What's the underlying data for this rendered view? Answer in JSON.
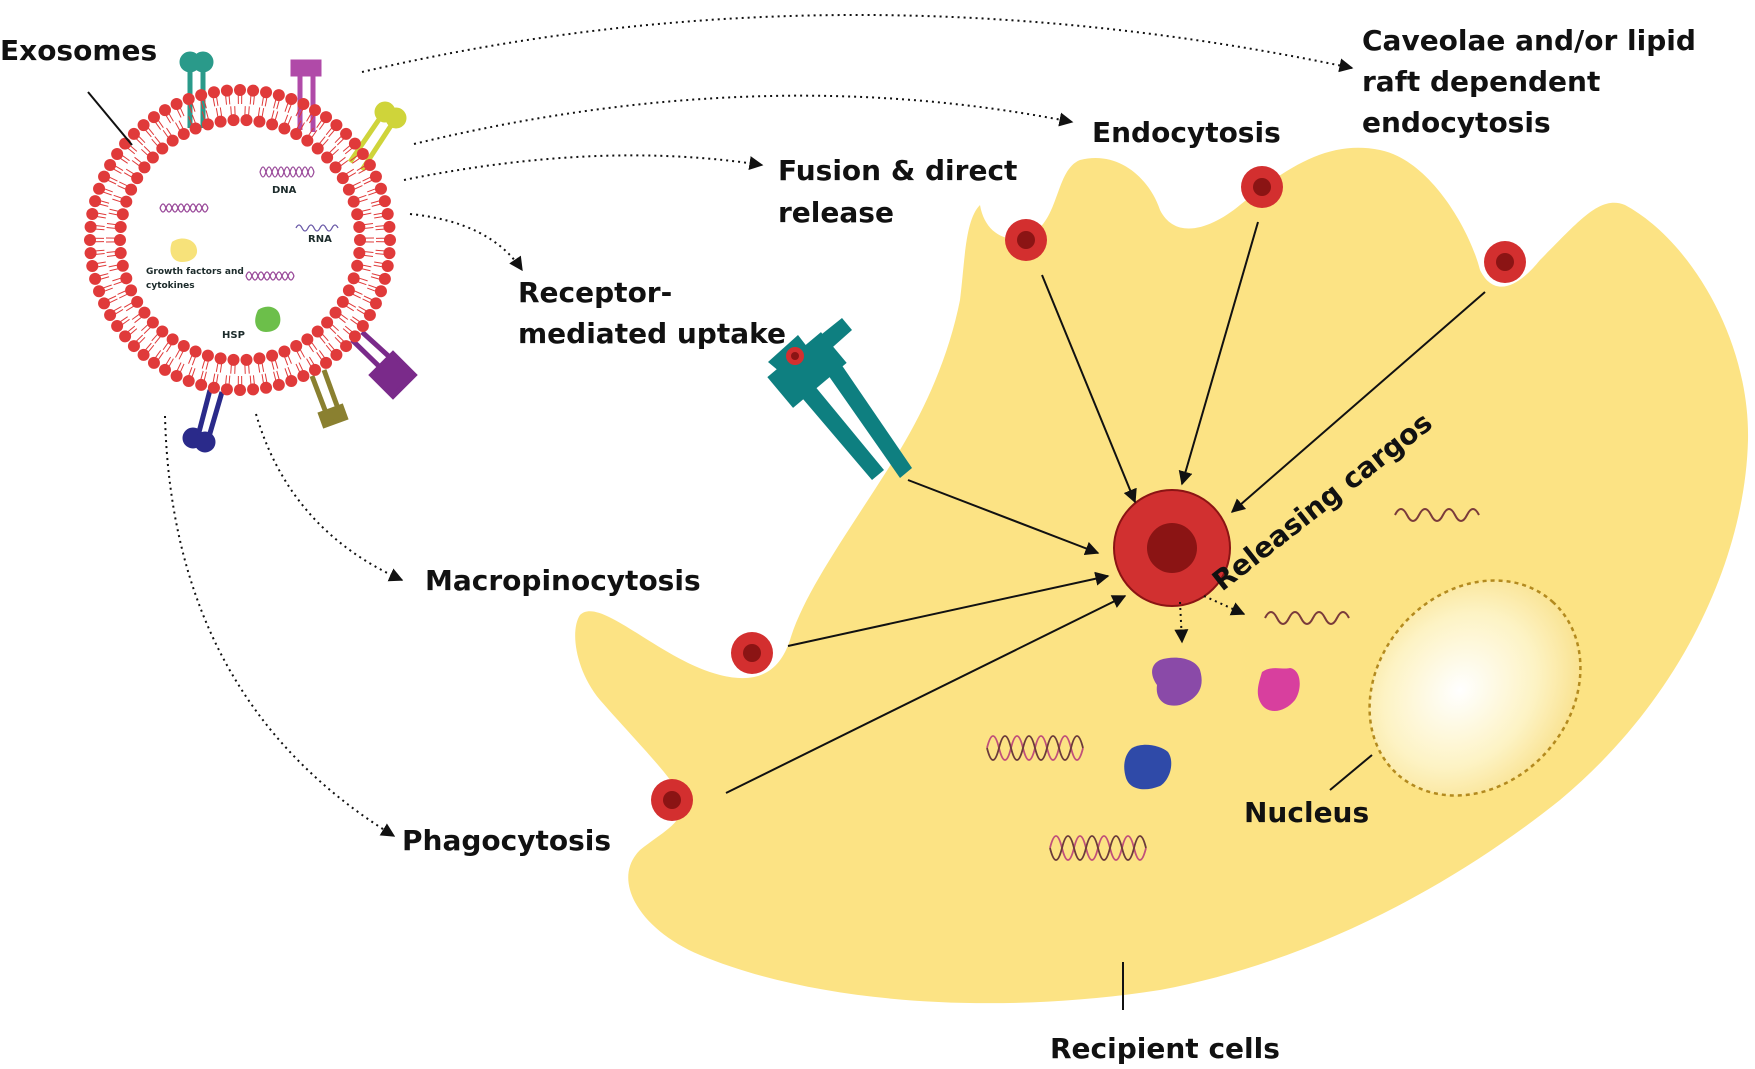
{
  "labels": {
    "exosomes": "Exosomes",
    "caveolae_1": "Caveolae and/or lipid",
    "caveolae_2": "raft dependent",
    "caveolae_3": "endocytosis",
    "endocytosis": "Endocytosis",
    "fusion_1": "Fusion & direct",
    "fusion_2": "release",
    "receptor_1": "Receptor-",
    "receptor_2": "mediated uptake",
    "macropinocytosis": "Macropinocytosis",
    "phagocytosis": "Phagocytosis",
    "releasing_cargos": "Releasing cargos",
    "nucleus": "Nucleus",
    "recipient_cells": "Recipient cells"
  },
  "cargo": {
    "dna": "DNA",
    "rna": "RNA",
    "growth_1": "Growth factors and",
    "growth_2": "cytokines",
    "hsp": "HSP"
  },
  "colors": {
    "cell": "#fce384",
    "vesicle": "#d32f2f",
    "vesicle_core": "#8b1414",
    "membrane": "#e03a3a",
    "receptor": "#0e7f80",
    "hsp": "#6cbf4a",
    "growth": "#f7e27a",
    "protein_purple": "#8a4aa8",
    "protein_pink": "#d83f9e",
    "protein_blue": "#2f4aa8",
    "nucleus": "#fdf1b8"
  }
}
